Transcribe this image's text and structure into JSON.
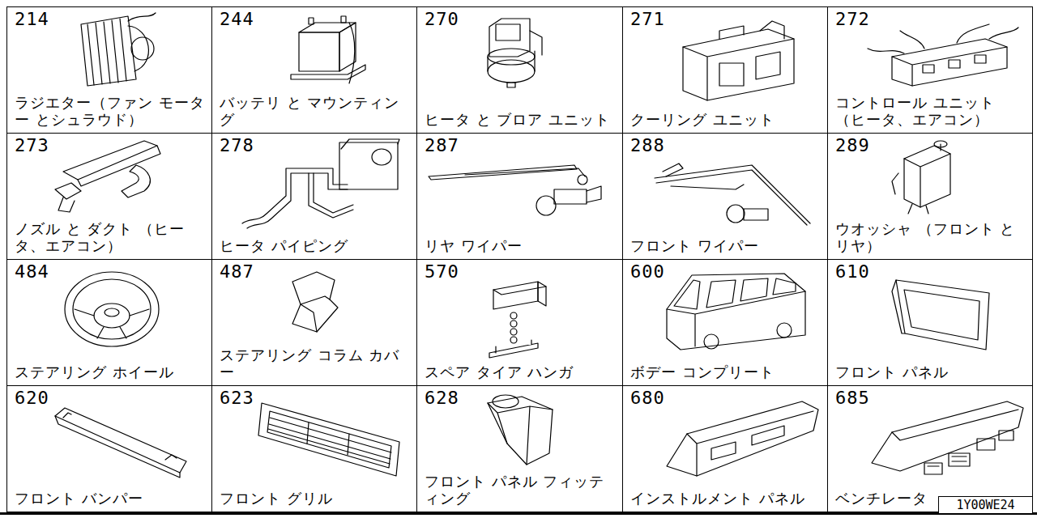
{
  "diagram": {
    "nodes": [
      {
        "text": [
          "214",
          "ラジエター（ファン モーター とシュラウド）"
        ]
      },
      {
        "text": [
          "244",
          "バッテリ と マウンティング"
        ]
      },
      {
        "text": [
          "270",
          "ヒータ と ブロア ユニット"
        ]
      },
      {
        "text": [
          "271",
          "クーリング ユニット"
        ]
      },
      {
        "text": [
          "272",
          "コントロール ユニット （ヒータ、エアコン）"
        ]
      },
      {
        "text": [
          "273",
          "ノズル と ダクト （ヒータ、エアコン）"
        ]
      },
      {
        "text": [
          "278",
          "ヒータ パイピング"
        ]
      },
      {
        "text": [
          "287",
          "リヤ ワイパー"
        ]
      },
      {
        "text": [
          "288",
          "フロント ワイパー"
        ]
      },
      {
        "text": [
          "289",
          "ウオッシャ （フロント と リヤ）"
        ]
      },
      {
        "text": [
          "484",
          "ステアリング ホイール"
        ]
      },
      {
        "text": [
          "487",
          "ステアリング コラム カバー"
        ]
      },
      {
        "text": [
          "570",
          "スペア タイア ハンガ"
        ]
      },
      {
        "text": [
          "600",
          "ボデー コンプリート"
        ]
      },
      {
        "text": [
          "610",
          "フロント パネル"
        ]
      },
      {
        "text": [
          "620",
          "フロント バンパー"
        ]
      },
      {
        "text": [
          "623",
          "フロント グリル"
        ]
      },
      {
        "text": [
          "628",
          "フロント パネル フィッティング"
        ]
      },
      {
        "text": [
          "680",
          "インストルメント パネル"
        ]
      },
      {
        "text": [
          "685",
          "ベンチレータ"
        ]
      },
      {
        "text": [
          "1Y00WE24"
        ]
      }
    ]
  }
}
